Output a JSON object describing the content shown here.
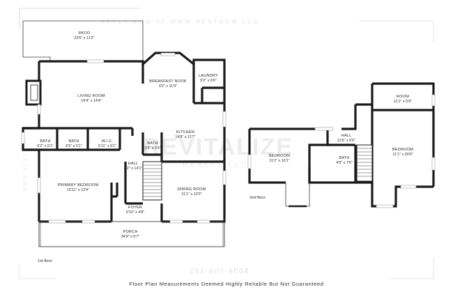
{
  "watermark": {
    "top_line": "APPLY NOW AT WWW.RENTNOW.LCU",
    "brand": "REVITALIZE",
    "brand_sub": "REALTY LLC",
    "phone": "251-607-6008",
    "side": "WWW.RENTNOW"
  },
  "first_floor": {
    "label": "1st floor",
    "rooms": [
      {
        "id": "patio",
        "name": "PATIO",
        "dim": "23'6\" x 11'2\""
      },
      {
        "id": "living-room",
        "name": "LIVING ROOM",
        "dim": "19'4\" x 14'4\""
      },
      {
        "id": "breakfast-nook",
        "name": "BREAKFAST NOOK",
        "dim": "9'2\" x 11'9\""
      },
      {
        "id": "laundry",
        "name": "LAUNDRY",
        "dim": "5'2\" x 6'6\""
      },
      {
        "id": "kitchen",
        "name": "KITCHEN",
        "dim": "14'8\" x 11'7\""
      },
      {
        "id": "bath-1",
        "name": "BATH",
        "dim": "6'2\" x 5'1\""
      },
      {
        "id": "bath-2",
        "name": "BATH",
        "dim": "6'5\" x 5'1\""
      },
      {
        "id": "wic",
        "name": "W.I.C.",
        "dim": "5'11\" x 5'1\""
      },
      {
        "id": "bath-3",
        "name": "BATH",
        "dim": "3'3\" x 6'4\""
      },
      {
        "id": "hall-1",
        "name": "HALL",
        "dim": "3'2\" x 14'1\""
      },
      {
        "id": "primary-bedroom",
        "name": "PRIMARY BEDROOM",
        "dim": "15'11\" x 13'4\""
      },
      {
        "id": "dining-room",
        "name": "DINING ROOM",
        "dim": "11'1\" x 12'0\""
      },
      {
        "id": "foyer",
        "name": "FOYER",
        "dim": "9'10\" x 4'8\""
      },
      {
        "id": "porch",
        "name": "PORCH",
        "dim": "34'9\" x 5'7\""
      }
    ]
  },
  "second_floor": {
    "label": "2nd floor",
    "rooms": [
      {
        "id": "room",
        "name": "ROOM",
        "dim": "11'1\" x 5'9\""
      },
      {
        "id": "hall-2",
        "name": "HALL",
        "dim": "11'6\" x 6'0\""
      },
      {
        "id": "bedroom-left",
        "name": "BEDROOM",
        "dim": "11'2\" x 16'1\""
      },
      {
        "id": "bath-4",
        "name": "BATH",
        "dim": "4'9\" x 7'6\""
      },
      {
        "id": "bedroom-right",
        "name": "BEDROOM",
        "dim": "11'1\" x 20'0\""
      }
    ]
  },
  "disclaimer": "Floor Plan Measurements Deemed Highly Reliable But Not Guaranteed"
}
